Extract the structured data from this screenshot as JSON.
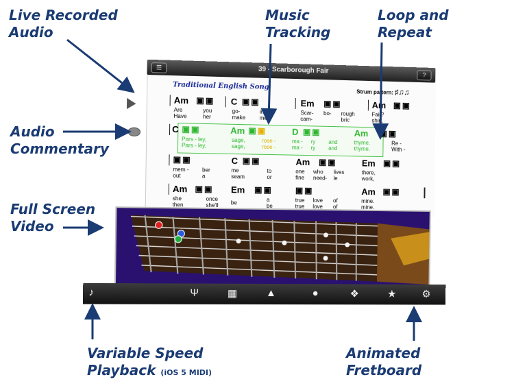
{
  "callouts": {
    "live": [
      "Live Recorded",
      "Audio"
    ],
    "tracking": [
      "Music",
      "Tracking"
    ],
    "loop": [
      "Loop and",
      "Repeat"
    ],
    "commentary": [
      "Audio",
      "Commentary"
    ],
    "video": [
      "Full Screen",
      "Video"
    ],
    "speed": [
      "Variable Speed",
      "Playback"
    ],
    "speed_note": "(iOS 5 MIDI)",
    "fretboard": [
      "Animated",
      "Fretboard"
    ]
  },
  "app": {
    "title": "39 - Scarborough Fair",
    "menu_icon": "list-icon",
    "help_label": "?",
    "subtitle": "Traditional English Song",
    "strum_label": "Strum pattern:"
  },
  "score": {
    "row1": {
      "chords": [
        "Am",
        "C",
        "Em",
        "Am"
      ],
      "lyrics": [
        "Are\nHave",
        "you\nher",
        "go-\nmake",
        "ing\nme",
        "Scar-\ncam-",
        "bo-",
        "rough\nbric",
        "Fair?\nshirt."
      ]
    },
    "row2": {
      "chords": [
        "C",
        "Am",
        "D",
        "Am"
      ],
      "lyrics": [
        "Pars - ley,\nPars - ley,",
        "sage,\nsage,",
        "rose -\nrose -",
        "ma -\nma -",
        "ry\nry",
        "and\nand",
        "thyme.\nthyme.",
        "Re -\nWith -"
      ]
    },
    "row3": {
      "chords": [
        "C",
        "Am",
        "Em"
      ],
      "lyrics": [
        "mem -\nout",
        "ber\na",
        "me\nseam",
        "to\nor",
        "one\nfine",
        "who\nneed-",
        "lives\nle",
        "there,\nwork,"
      ]
    },
    "row4": {
      "chords": [
        "Am",
        "Em",
        "Am"
      ],
      "lyrics": [
        "she\nthen",
        "once\nshe'll",
        "be",
        "a\nbe",
        "true\ntrue",
        "love\nlove",
        "of\nof",
        "mine.\nmine."
      ]
    }
  },
  "footer_icons": [
    "note-icon",
    "tuning-fork-icon",
    "chord-chart-icon",
    "metronome-icon",
    "microphone-icon",
    "chat-icon",
    "star-icon",
    "gear-icon"
  ],
  "colors": {
    "callout": "#1a3b73",
    "tracking_green": "#2fb62f",
    "tracking_current": "#e0b000",
    "fretboard_bg": "#2a1170"
  }
}
